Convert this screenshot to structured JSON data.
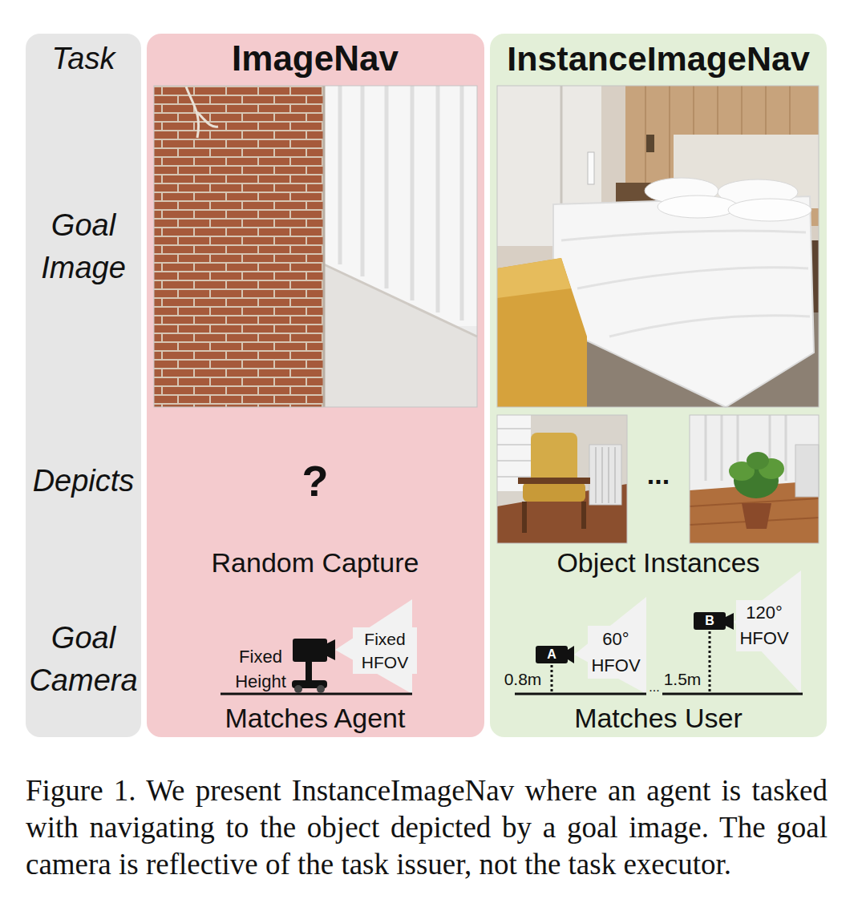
{
  "diagram": {
    "caption": "Figure 1. We present InstanceImageNav where an agent is tasked with navigating to the object depicted by a goal image. The goal camera is reflective of the task issuer, not the task executor.",
    "nodes": [
      {
        "text": [
          "Task",
          "Goal Image",
          "Depicts",
          "Goal Camera"
        ]
      },
      {
        "text": [
          "ImageNav",
          "?",
          "Random Capture",
          "Fixed Height",
          "Fixed HFOV",
          "Matches Agent"
        ]
      },
      {
        "text": [
          "InstanceImageNav",
          "...",
          "Object Instances",
          "60° HFOV",
          "0.8m",
          "...",
          "120° HFOV",
          "1.5m",
          "Matches User"
        ]
      },
      {
        "text": [
          "A"
        ],
        "in": 2
      },
      {
        "text": [
          "B"
        ],
        "in": 2
      }
    ]
  }
}
